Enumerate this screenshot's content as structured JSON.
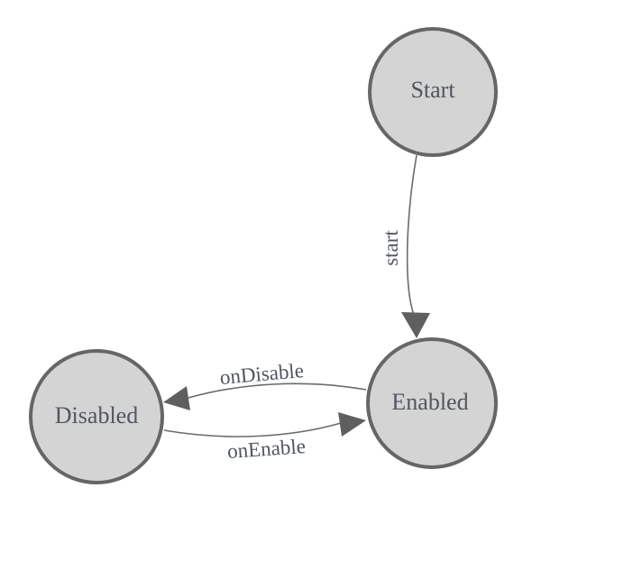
{
  "diagram": {
    "type": "state-machine",
    "background": "#ffffff",
    "colors": {
      "node_fill": "#d4d4d4",
      "node_stroke": "#666666",
      "edge_stroke": "#6b6b6b",
      "arrow_fill": "#5f5f5f",
      "text": "#51565e"
    },
    "nodes": [
      {
        "id": "start",
        "label": "Start"
      },
      {
        "id": "enabled",
        "label": "Enabled"
      },
      {
        "id": "disabled",
        "label": "Disabled"
      }
    ],
    "edges": [
      {
        "from": "start",
        "to": "enabled",
        "label": "start"
      },
      {
        "from": "enabled",
        "to": "disabled",
        "label": "onDisable"
      },
      {
        "from": "disabled",
        "to": "enabled",
        "label": "onEnable"
      }
    ]
  }
}
